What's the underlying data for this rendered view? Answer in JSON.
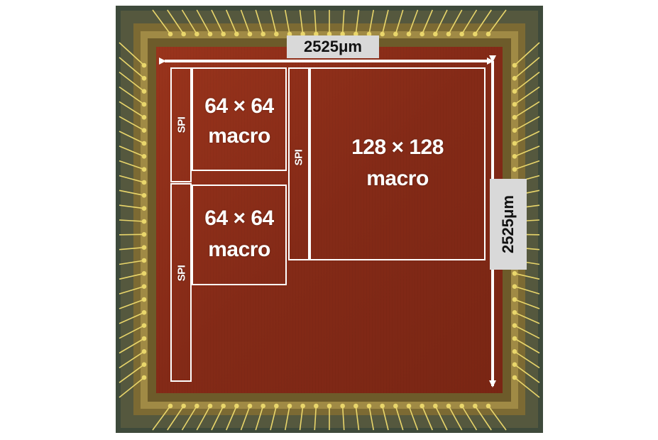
{
  "image": {
    "subject": "chip-die-photo",
    "colors": {
      "frame": "#3c4a3a",
      "seal_ring": "#8f7a3a",
      "die": "#8a2c18",
      "bond_wire": "#e9d66b",
      "outline": "#ffffff",
      "dimension_tag": "#d9d9d9"
    }
  },
  "labels": {
    "macro_small_top_line1": "64 × 64",
    "macro_small_top_line2": "macro",
    "macro_small_bottom_line1": "64 × 64",
    "macro_small_bottom_line2": "macro",
    "macro_large_line1": "128 × 128",
    "macro_large_line2": "macro",
    "spi_top": "SPI",
    "spi_bottom": "SPI",
    "spi_middle": "SPI"
  },
  "dimensions": {
    "width": "2525μm",
    "height": "2525μm"
  }
}
